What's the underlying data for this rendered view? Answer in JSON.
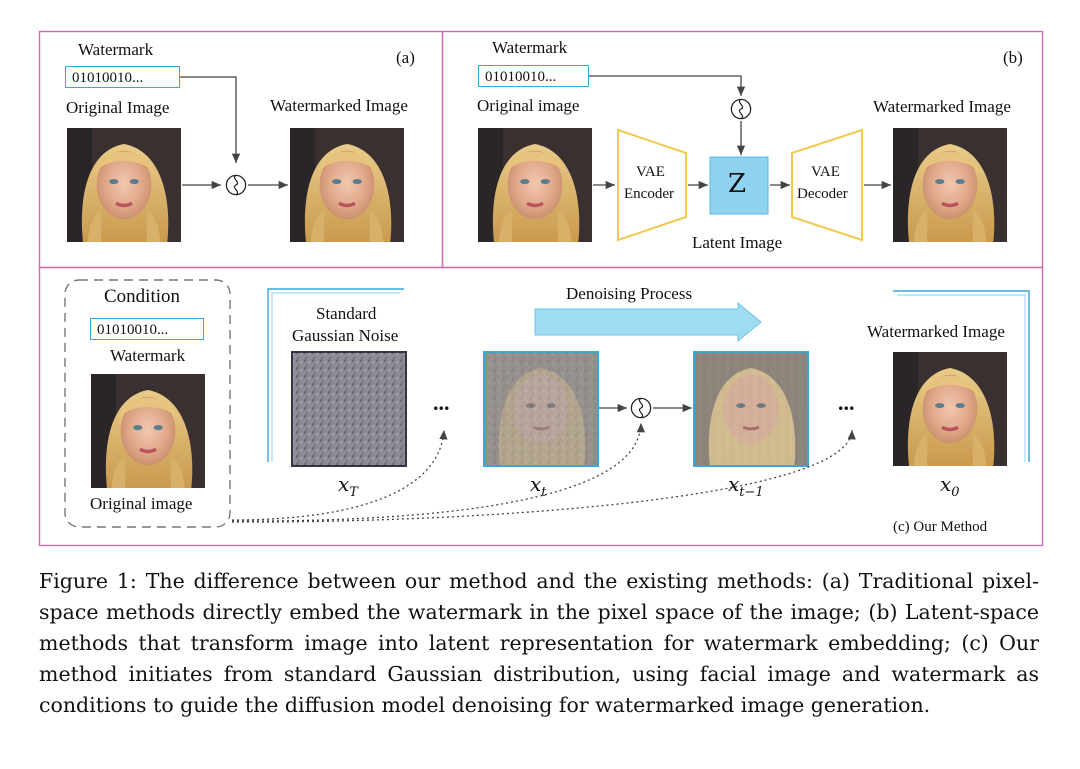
{
  "panel_a": {
    "tag": "(a)",
    "watermark_label": "Watermark",
    "watermark_bits": "01010010...",
    "original_label": "Original Image",
    "watermarked_label": "Watermarked Image"
  },
  "panel_b": {
    "tag": "(b)",
    "watermark_label": "Watermark",
    "watermark_bits": "01010010...",
    "original_label": "Original image",
    "encoder_line1": "VAE",
    "encoder_line2": "Encoder",
    "latent_symbol": "Z",
    "decoder_line1": "VAE",
    "decoder_line2": "Decoder",
    "latent_label": "Latent Image",
    "watermarked_label": "Watermarked Image"
  },
  "panel_c": {
    "condition_label": "Condition",
    "watermark_bits": "01010010...",
    "watermark_label": "Watermark",
    "original_label": "Original image",
    "noise_line1": "Standard",
    "noise_line2": "Gaussian Noise",
    "process_label": "Denoising Process",
    "watermarked_label": "Watermarked Image",
    "x_T": "x",
    "x_T_sub": "T",
    "x_t": "x",
    "x_t_sub": "t",
    "x_t1": "x",
    "x_t1_sub": "t−1",
    "x_0": "x",
    "x_0_sub": "0",
    "ellipsis": "...",
    "tag": "(c) Our Method"
  },
  "caption": "Figure 1: The difference between our method and the existing methods: (a) Traditional pixel-space methods directly embed the watermark in the pixel space of the image; (b) Latent-space methods that transform image into latent representation for watermark embedding; (c) Our method initiates from standard Gaussian distribution, using facial image and watermark as conditions to guide the diffusion model denoising for watermarked image generation.",
  "colors": {
    "panel_border": "#d46bb0",
    "image_border_original": "#d99a2b",
    "image_border_watermarked": "#3aa5d8",
    "vae_trapezoid": "#f2c94c",
    "latent_fill": "#8fd3f0",
    "arrow_fill": "#9fdcf2"
  },
  "icons": [
    "face-photo",
    "noise-image",
    "combine-icon",
    "arrow-right"
  ]
}
